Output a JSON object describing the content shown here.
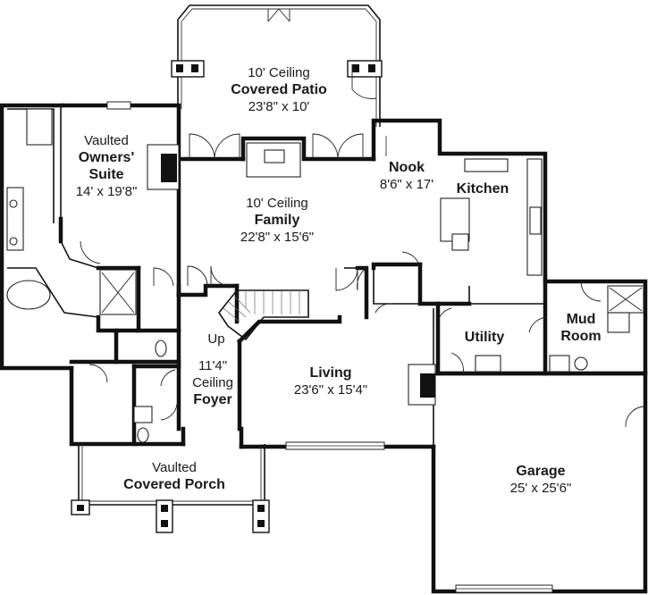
{
  "rooms": {
    "patio": {
      "line1": "10' Ceiling",
      "name": "Covered Patio",
      "size": "23'8\" x 10'"
    },
    "owners": {
      "line1": "Vaulted",
      "name1": "Owners'",
      "name2": "Suite",
      "size": "14' x 19'8\""
    },
    "nook": {
      "name": "Nook",
      "size": "8'6\" x 17'"
    },
    "kitchen": {
      "name": "Kitchen"
    },
    "family": {
      "line1": "10' Ceiling",
      "name": "Family",
      "size": "22'8\" x 15'6\""
    },
    "stair": {
      "label": "Up"
    },
    "foyer": {
      "line1": "11'4\"",
      "line2": "Ceiling",
      "name": "Foyer"
    },
    "living": {
      "name": "Living",
      "size": "23'6\" x 15'4\""
    },
    "utility": {
      "name": "Utility"
    },
    "mud": {
      "name1": "Mud",
      "name2": "Room"
    },
    "porch": {
      "line1": "Vaulted",
      "name": "Covered Porch"
    },
    "garage": {
      "name": "Garage",
      "size": "25' x 25'6\""
    }
  }
}
